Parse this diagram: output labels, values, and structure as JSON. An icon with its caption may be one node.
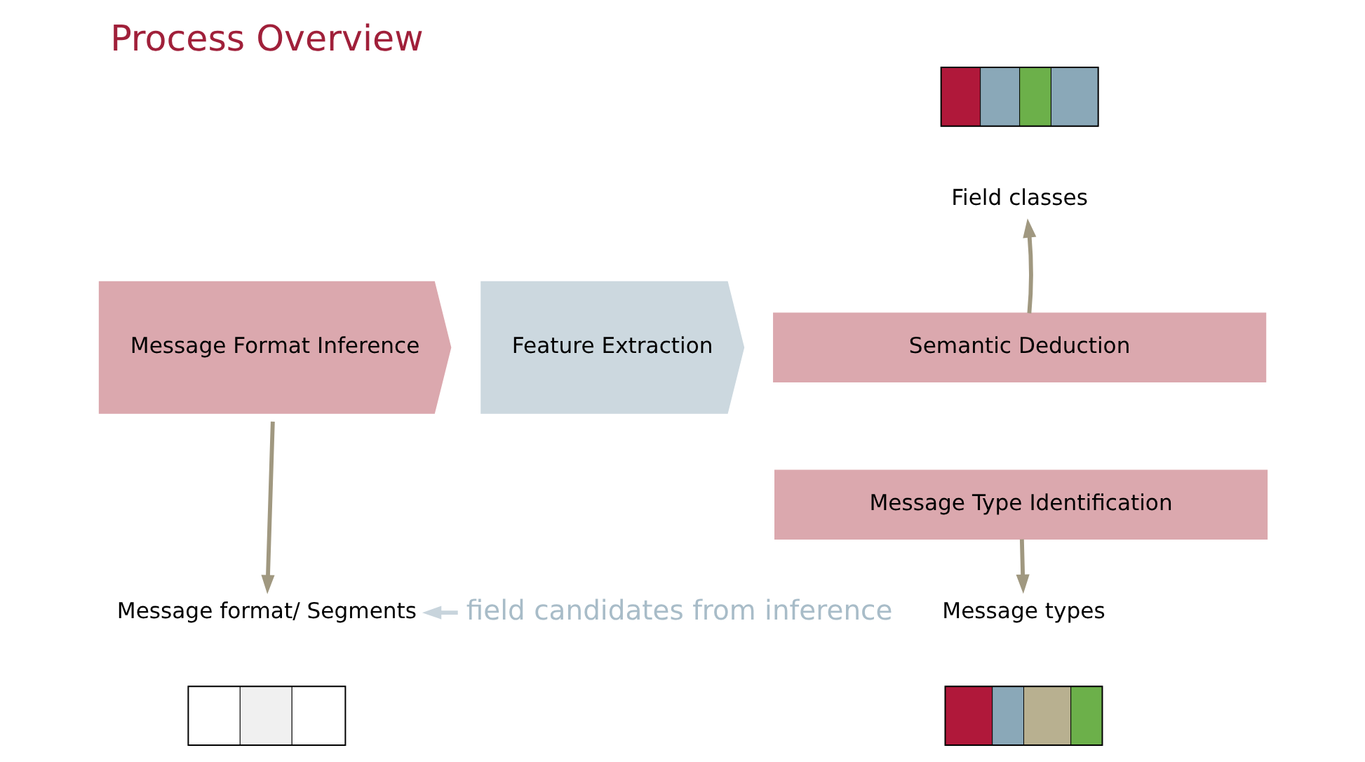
{
  "diagram": {
    "title": "Process Overview",
    "nodes": [
      {
        "text": [],
        "shape": "picture"
      },
      {
        "text": [
          "Field classes"
        ]
      },
      {
        "text": [
          "Message Format Inference"
        ]
      },
      {
        "text": [
          "Feature Extraction"
        ]
      },
      {
        "text": [
          "Semantic Deduction"
        ]
      },
      {
        "text": [
          "Message Type Identification"
        ]
      },
      {
        "text": [
          "Message format/ Segments"
        ]
      },
      {
        "text": [
          "Message types"
        ]
      },
      {
        "text": [],
        "shape": "picture"
      },
      {
        "text": [
          "field candidates from inference"
        ]
      },
      {
        "text": [],
        "shape": "picture"
      }
    ],
    "edges": [
      {
        "from": 4,
        "to": 1,
        "arrow": "to"
      },
      {
        "from": 2,
        "to": 6,
        "arrow": "to"
      },
      {
        "from": 5,
        "to": 7,
        "arrow": "to"
      },
      {
        "from": 9,
        "to": 6,
        "arrow": "to",
        "color": "#c8d4dc"
      }
    ]
  }
}
